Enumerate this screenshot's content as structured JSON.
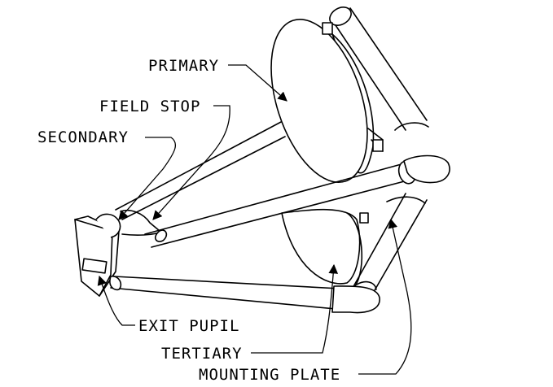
{
  "labels": {
    "primary": "PRIMARY",
    "field_stop": "FIELD STOP",
    "secondary": "SECONDARY",
    "exit_pupil": "EXIT PUPIL",
    "tertiary": "TERTIARY",
    "mounting_plate": "MOUNTING PLATE"
  }
}
